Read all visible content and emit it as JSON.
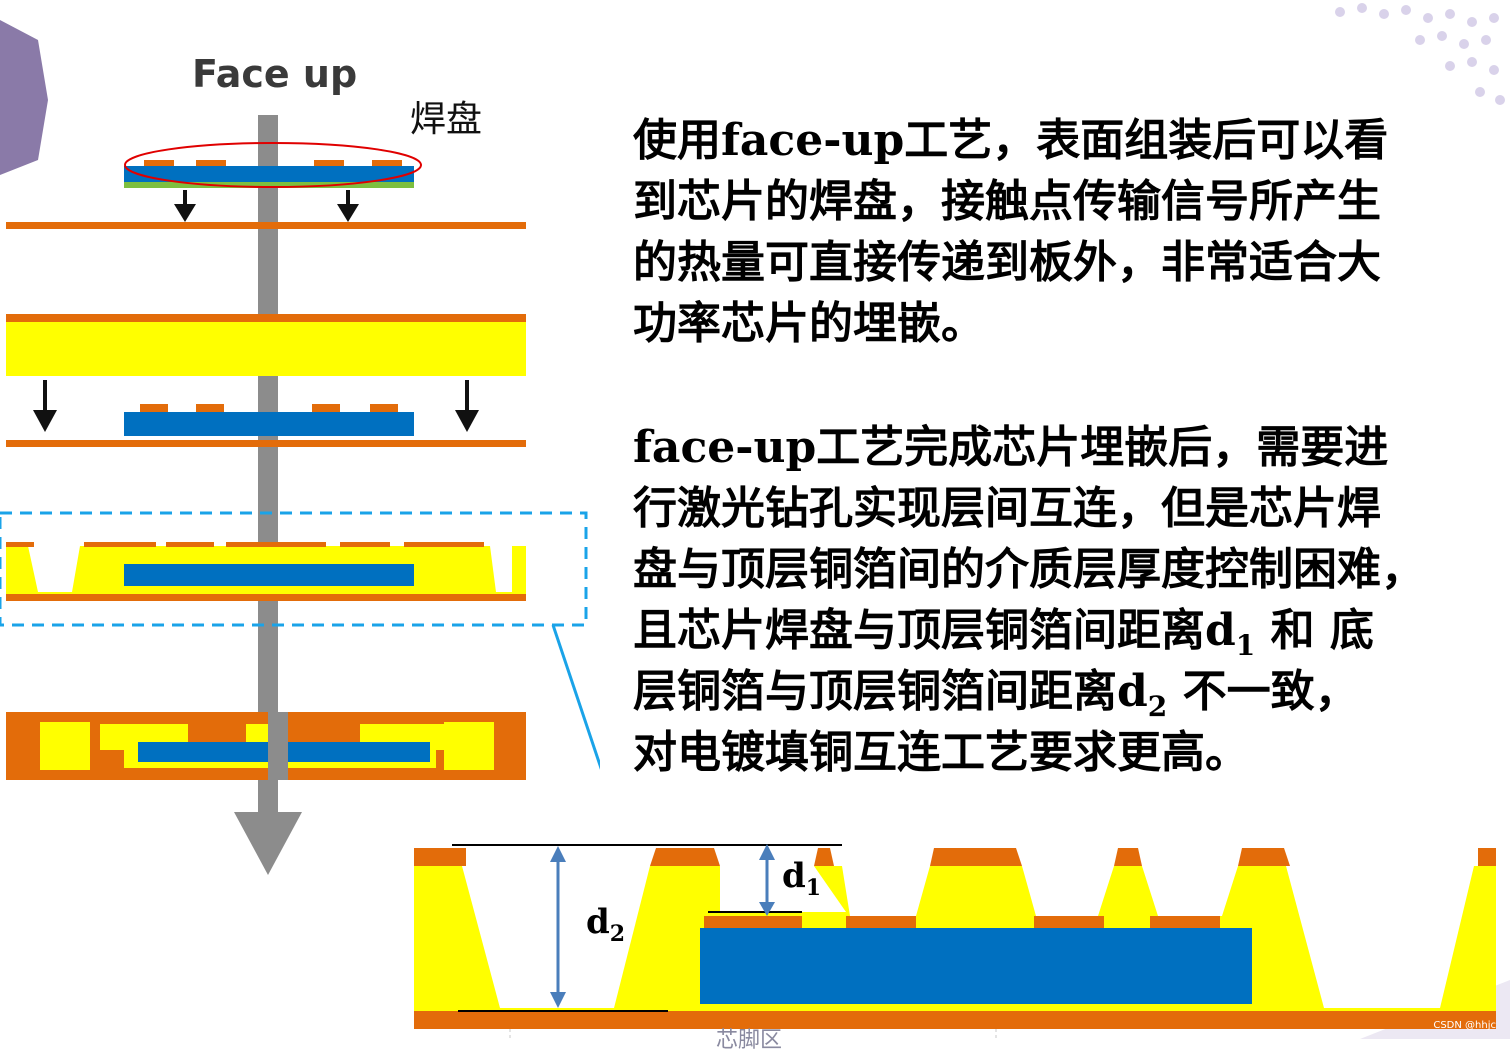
{
  "flow": {
    "title": "Face up",
    "pad_label": "焊盘"
  },
  "paragraph1": [
    "使用face-up工艺，表面组装后可以看",
    "到芯片的焊盘，接触点传输信号所产生",
    "的热量可直接传递到板外，非常适合大",
    "功率芯片的埋嵌。"
  ],
  "paragraph2": {
    "line1": "face-up工艺完成芯片埋嵌后，需要进",
    "line2": "行激光钻孔实现层间互连，但是芯片焊",
    "line3": "盘与顶层铜箔间的介质层厚度控制困难，",
    "line4_a": "且芯片焊盘与顶层铜箔间距离d",
    "line4_sub": "1",
    "line4_b": " 和 底",
    "line5_a": "层铜箔与顶层铜箔间距离d",
    "line5_sub": "2",
    "line5_b": " 不一致，",
    "line6": "对电镀填铜互连工艺要求更高。"
  },
  "detail": {
    "d1_main": "d",
    "d1_sub": "1",
    "d2_main": "d",
    "d2_sub": "2"
  },
  "footer_fragment": "芯脚区",
  "watermark": "CSDN @hhjc",
  "colors": {
    "copper": "#e36c0a",
    "dielectric": "#ffff00",
    "chip": "#0070c0",
    "shaft": "#8c8c8c",
    "callout": "#1aa3e8",
    "dimension": "#4a7ebb"
  }
}
